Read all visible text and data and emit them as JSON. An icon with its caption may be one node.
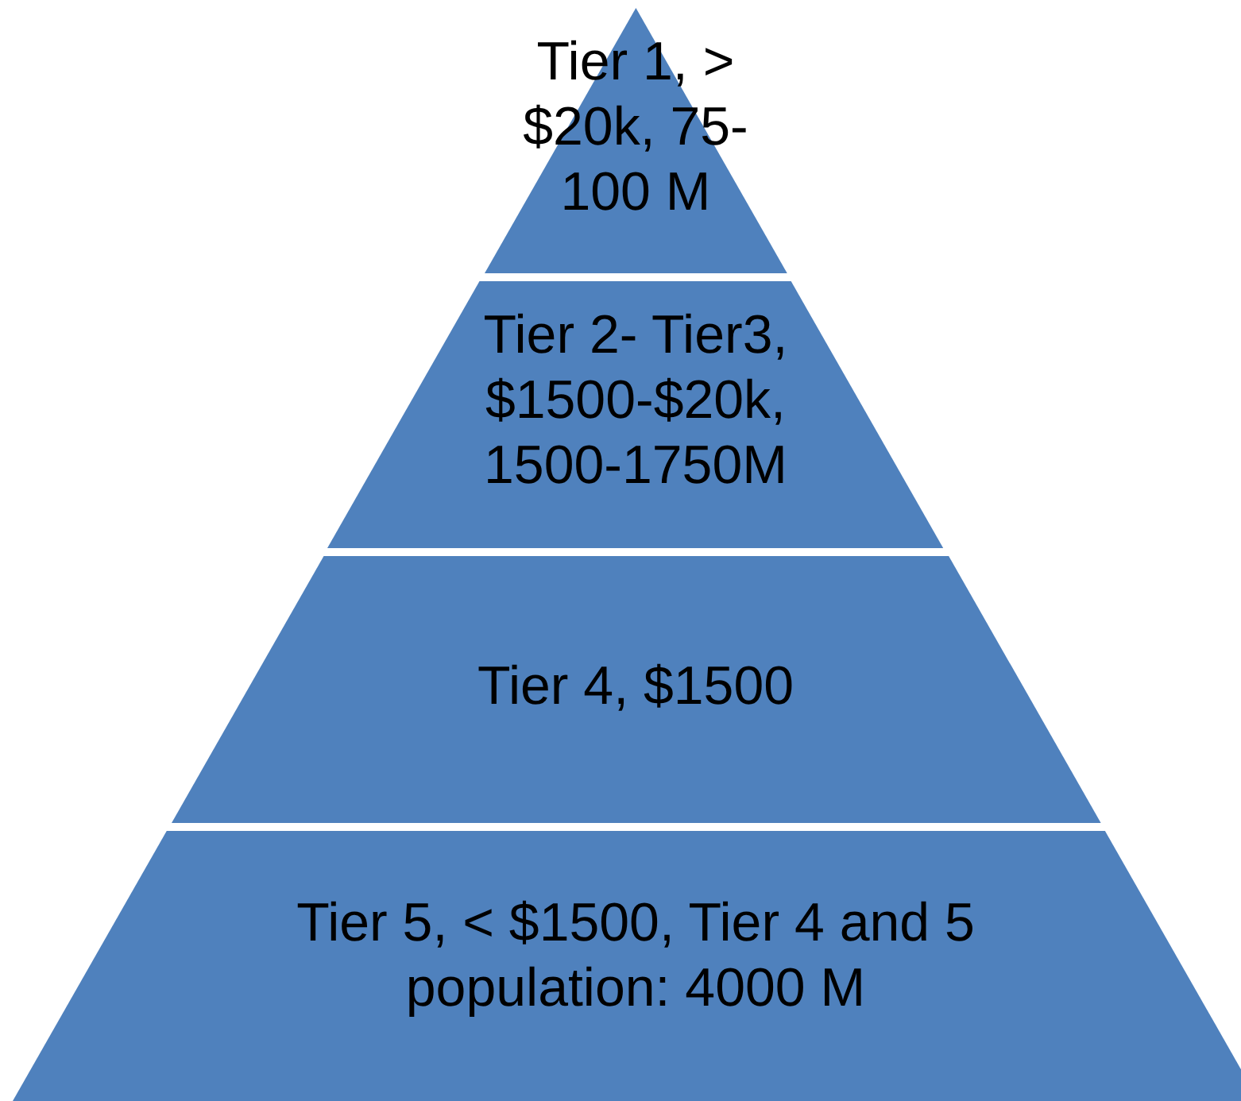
{
  "diagram": {
    "nodes": [
      {
        "text": [
          "Tier 1, > $20k, 75-100 M"
        ]
      },
      {
        "text": [
          "Tier 2- Tier3, $1500-$20k, 1500-1750M"
        ]
      },
      {
        "text": [
          "Tier 4, $1500"
        ]
      },
      {
        "text": [
          "Tier 5, < $1500, Tier 4 and 5 population: 4000 M"
        ]
      }
    ]
  }
}
